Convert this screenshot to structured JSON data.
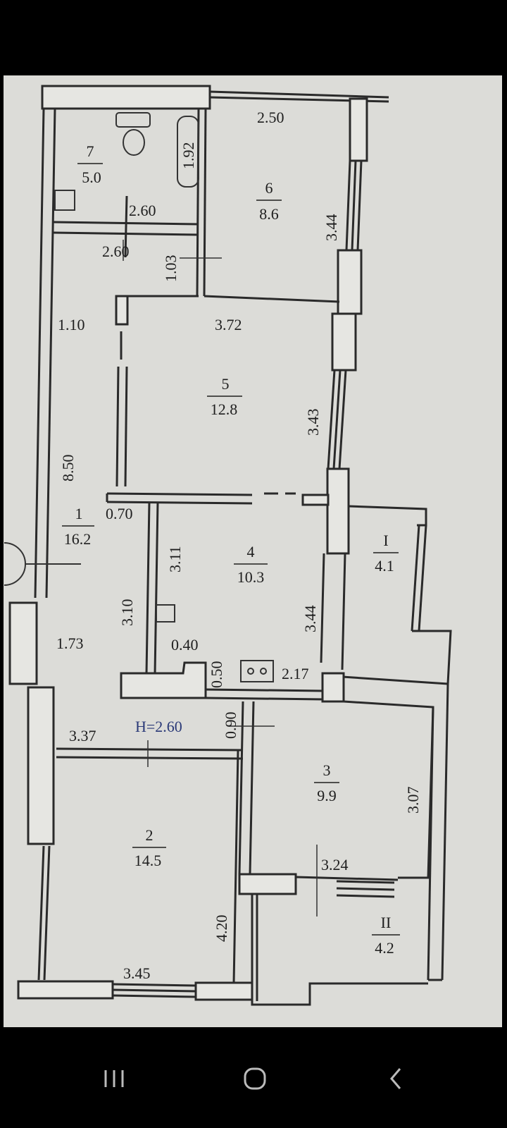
{
  "plan": {
    "ceiling_height": "H=2.60",
    "rooms": [
      {
        "id": "room-7",
        "number": "7",
        "area": "5.0"
      },
      {
        "id": "room-6",
        "number": "6",
        "area": "8.6"
      },
      {
        "id": "room-5",
        "number": "5",
        "area": "12.8"
      },
      {
        "id": "room-1",
        "number": "1",
        "area": "16.2"
      },
      {
        "id": "room-4",
        "number": "4",
        "area": "10.3"
      },
      {
        "id": "room-I",
        "number": "I",
        "area": "4.1"
      },
      {
        "id": "room-3",
        "number": "3",
        "area": "9.9"
      },
      {
        "id": "room-2",
        "number": "2",
        "area": "14.5"
      },
      {
        "id": "room-II",
        "number": "II",
        "area": "4.2"
      }
    ],
    "dimensions": [
      {
        "id": "dim-2-50",
        "text": "2.50"
      },
      {
        "id": "dim-1-92",
        "text": "1.92"
      },
      {
        "id": "dim-2-60-a",
        "text": "2.60"
      },
      {
        "id": "dim-2-60-b",
        "text": "2.60"
      },
      {
        "id": "dim-1-03",
        "text": "1.03"
      },
      {
        "id": "dim-3-44-a",
        "text": "3.44"
      },
      {
        "id": "dim-1-10",
        "text": "1.10"
      },
      {
        "id": "dim-3-72",
        "text": "3.72"
      },
      {
        "id": "dim-3-43",
        "text": "3.43"
      },
      {
        "id": "dim-8-50",
        "text": "8.50"
      },
      {
        "id": "dim-0-70",
        "text": "0.70"
      },
      {
        "id": "dim-3-11",
        "text": "3.11"
      },
      {
        "id": "dim-3-10",
        "text": "3.10"
      },
      {
        "id": "dim-3-44-b",
        "text": "3.44"
      },
      {
        "id": "dim-1-73",
        "text": "1.73"
      },
      {
        "id": "dim-0-40",
        "text": "0.40"
      },
      {
        "id": "dim-0-50",
        "text": "0.50"
      },
      {
        "id": "dim-2-17",
        "text": "2.17"
      },
      {
        "id": "dim-3-37",
        "text": "3.37"
      },
      {
        "id": "dim-0-90",
        "text": "0.90"
      },
      {
        "id": "dim-3-07",
        "text": "3.07"
      },
      {
        "id": "dim-3-24",
        "text": "3.24"
      },
      {
        "id": "dim-4-20",
        "text": "4.20"
      },
      {
        "id": "dim-3-45",
        "text": "3.45"
      }
    ]
  },
  "colors": {
    "paper": "#dcdcd8",
    "wall": "#2a2a2a",
    "line": "#333333",
    "heightText": "#2b3a78"
  },
  "nav": {
    "recents": "recents-icon",
    "home": "home-icon",
    "back": "back-icon"
  }
}
